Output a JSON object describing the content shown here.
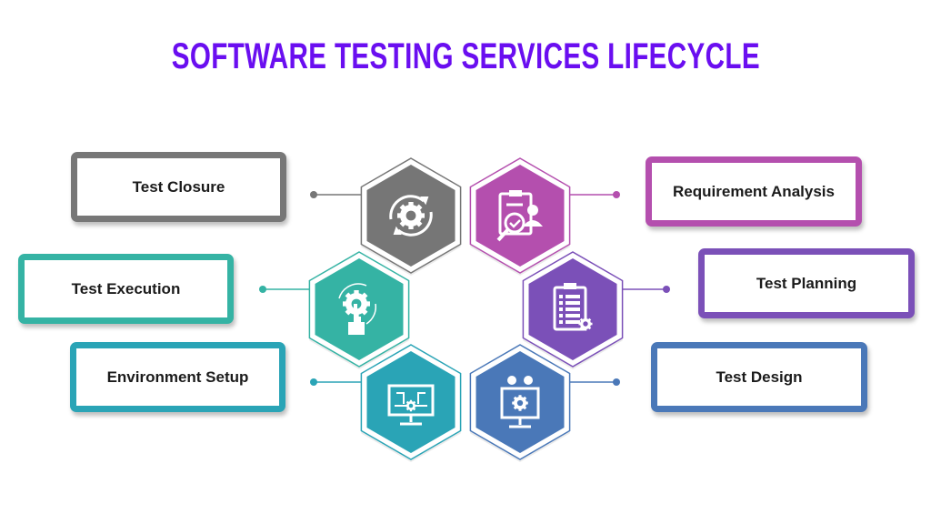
{
  "title": "SOFTWARE TESTING SERVICES LIFECYCLE",
  "stages": [
    {
      "label": "Requirement Analysis",
      "color": "#b44fae",
      "icon": "clipboard-user-search-icon"
    },
    {
      "label": "Test Planning",
      "color": "#7b50b8",
      "icon": "clipboard-gear-icon"
    },
    {
      "label": "Test Design",
      "color": "#4a78b8",
      "icon": "monitor-gear-icon"
    },
    {
      "label": "Environment Setup",
      "color": "#2aa4b6",
      "icon": "monitor-circuit-icon"
    },
    {
      "label": "Test Execution",
      "color": "#35b3a4",
      "icon": "hand-gear-icon"
    },
    {
      "label": "Test Closure",
      "color": "#767676",
      "icon": "gear-cycle-icon"
    }
  ],
  "title_color": "#6a0ef0"
}
